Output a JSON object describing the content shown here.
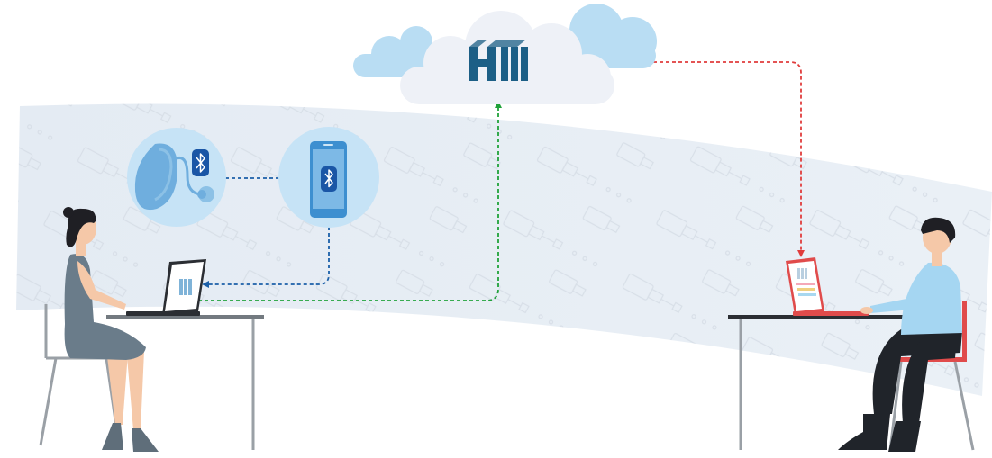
{
  "diagram": {
    "cloud": {
      "logo_icon": "hw-brand-logo-icon",
      "colors": {
        "front": "#eef1f7",
        "back": "#b9ddf3",
        "logo": "#1c5f86"
      }
    },
    "devices": {
      "hearing_aid": {
        "icon": "hearing-aid-icon",
        "badge_icon": "bluetooth-icon"
      },
      "smartphone": {
        "icon": "smartphone-icon",
        "badge_icon": "bluetooth-icon"
      },
      "patient_laptop": {
        "icon": "laptop-icon",
        "screen_icon": "hw-brand-logo-icon"
      },
      "professional_laptop": {
        "icon": "laptop-icon",
        "screen_icon": "hw-brand-logo-icon"
      }
    },
    "people": {
      "patient": {
        "icon": "woman-at-desk-icon"
      },
      "professional": {
        "icon": "man-at-desk-icon"
      }
    },
    "connections": [
      {
        "from": "hearing_aid",
        "to": "smartphone",
        "style": "dashed",
        "color": "#1b5fa8"
      },
      {
        "from": "smartphone",
        "to": "patient_laptop",
        "style": "dashed",
        "color": "#1b5fa8"
      },
      {
        "from": "patient_laptop",
        "to": "cloud",
        "style": "dashed",
        "color": "#20a23a"
      },
      {
        "from": "cloud",
        "to": "professional_laptop",
        "style": "dashed",
        "color": "#e03c3c"
      }
    ],
    "colors": {
      "band": "#e9eff6",
      "band_pattern": "#d6dde6",
      "circle_fill": "#c6e3f6",
      "bluetooth_badge": "#1a56a6",
      "desk": "#737a80",
      "chair_patient": "#9aa0a6",
      "chair_professional": "#e04b4b",
      "professional_laptop": "#e04b4b",
      "patient_dress": "#6a7c8a",
      "professional_shirt": "#a5d6f2",
      "professional_pants": "#20242a",
      "hair": "#1f1f24",
      "skin": "#f5c8a8"
    }
  }
}
